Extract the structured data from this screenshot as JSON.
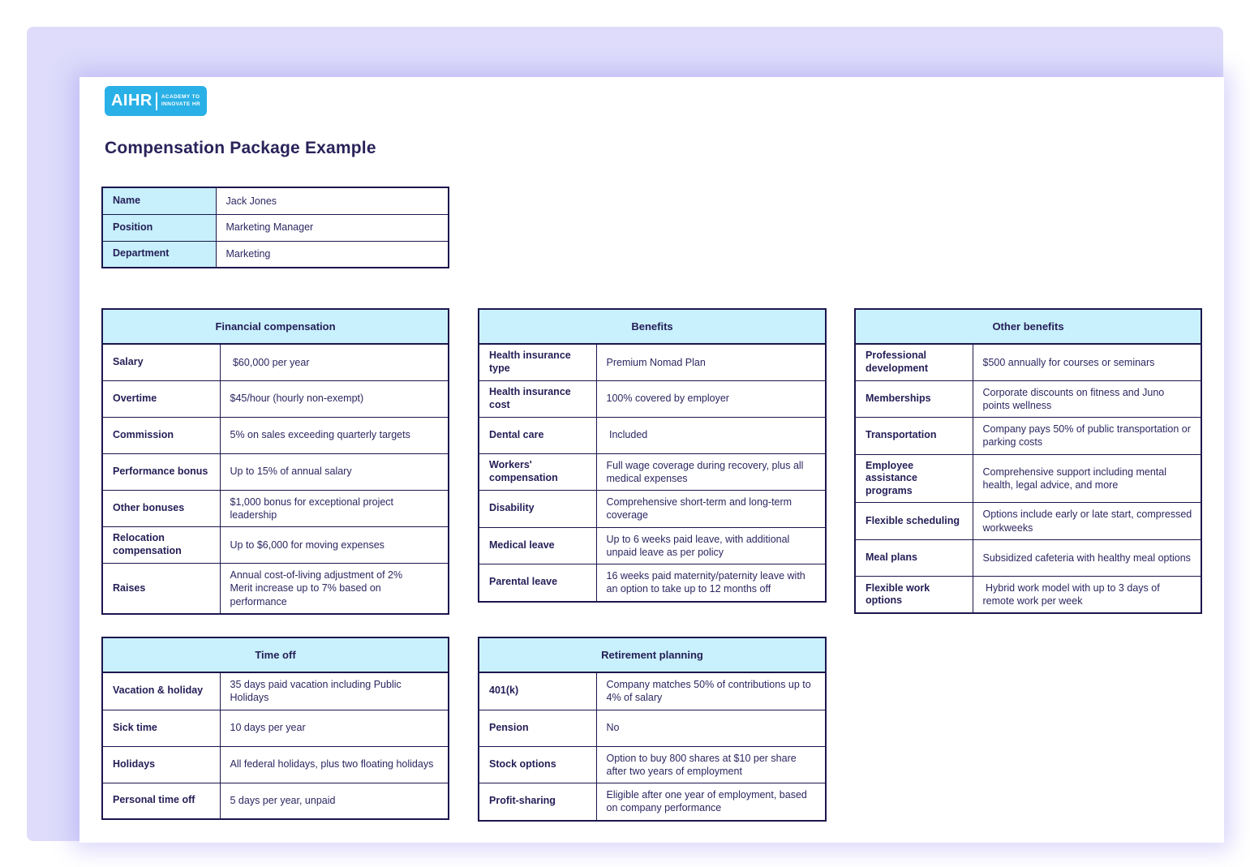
{
  "brand": {
    "logo_text": "AIHR",
    "tagline_line1": "ACADEMY TO",
    "tagline_line2": "INNOVATE HR",
    "logo_color": "#29b0e6"
  },
  "page_title": "Compensation Package Example",
  "colors": {
    "panel_lavender": "#dedcfa",
    "table_header_blue": "#c9f0fd",
    "info_label_blue": "#c7effc",
    "border_navy": "#1b164d",
    "text_navy": "#2b2761"
  },
  "employee_info": {
    "rows": [
      {
        "label": "Name",
        "value": "Jack Jones"
      },
      {
        "label": "Position",
        "value": "Marketing Manager"
      },
      {
        "label": "Department",
        "value": "Marketing"
      }
    ]
  },
  "tables": {
    "financial": {
      "title": "Financial compensation",
      "rows": [
        {
          "label": "Salary",
          "value": " $60,000 per year"
        },
        {
          "label": "Overtime",
          "value": "$45/hour (hourly non-exempt)"
        },
        {
          "label": "Commission",
          "value": "5% on sales exceeding quarterly targets"
        },
        {
          "label": "Performance bonus",
          "value": "Up to 15% of annual salary"
        },
        {
          "label": "Other bonuses",
          "value": "$1,000 bonus for exceptional project leadership"
        },
        {
          "label": "Relocation compensation",
          "value": "Up to $6,000 for moving expenses"
        },
        {
          "label": "Raises",
          "value": "Annual cost-of-living adjustment of 2%\nMerit increase up to 7% based on performance"
        }
      ]
    },
    "benefits": {
      "title": "Benefits",
      "rows": [
        {
          "label": "Health insurance type",
          "value": "Premium Nomad Plan"
        },
        {
          "label": "Health insurance cost",
          "value": "100% covered by employer"
        },
        {
          "label": "Dental care",
          "value": " Included"
        },
        {
          "label": "Workers' compensation",
          "value": "Full wage coverage during recovery, plus all medical expenses"
        },
        {
          "label": "Disability",
          "value": "Comprehensive short-term and long-term coverage"
        },
        {
          "label": "Medical leave",
          "value": "Up to 6 weeks paid leave, with additional unpaid leave as per policy"
        },
        {
          "label": "Parental leave",
          "value": "16 weeks paid maternity/paternity leave with an option to take up to 12 months off"
        }
      ]
    },
    "other_benefits": {
      "title": "Other benefits",
      "rows": [
        {
          "label": "Professional development",
          "value": "$500 annually for courses or seminars"
        },
        {
          "label": "Memberships",
          "value": "Corporate discounts on fitness and Juno points wellness"
        },
        {
          "label": "Transportation",
          "value": "Company pays 50% of public transportation or parking costs"
        },
        {
          "label": "Employee assistance programs",
          "value": "Comprehensive support including mental health, legal advice, and more"
        },
        {
          "label": "Flexible scheduling",
          "value": "Options include early or late start, compressed workweeks"
        },
        {
          "label": "Meal plans",
          "value": "Subsidized cafeteria with healthy meal options"
        },
        {
          "label": "Flexible work options",
          "value": " Hybrid work model with up to 3 days of remote work per week"
        }
      ]
    },
    "time_off": {
      "title": "Time off",
      "rows": [
        {
          "label": "Vacation & holiday",
          "value": "35 days paid vacation including Public Holidays"
        },
        {
          "label": "Sick time",
          "value": "10 days per year"
        },
        {
          "label": "Holidays",
          "value": "All federal holidays, plus two floating holidays"
        },
        {
          "label": "Personal time off",
          "value": "5 days per year, unpaid"
        }
      ]
    },
    "retirement": {
      "title": "Retirement planning",
      "rows": [
        {
          "label": "401(k)",
          "value": "Company matches 50% of contributions up to 4% of salary"
        },
        {
          "label": "Pension",
          "value": "No"
        },
        {
          "label": "Stock options",
          "value": "Option to buy 800 shares at $10 per share after two years of employment"
        },
        {
          "label": "Profit-sharing",
          "value": "Eligible after one year of employment, based on company performance"
        }
      ]
    }
  }
}
